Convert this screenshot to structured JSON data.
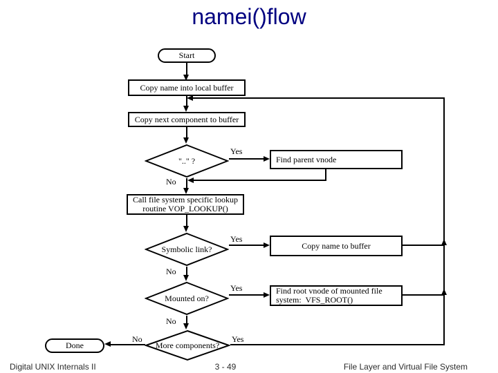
{
  "slide": {
    "title": "namei()flow",
    "footer": {
      "left": "Digital UNIX Internals II",
      "page": "3 - 49",
      "right": "File Layer and Virtual File System"
    }
  },
  "flowchart": {
    "start": "Start",
    "copy_name": "Copy name into local buffer",
    "copy_next": "Copy next component to buffer",
    "dotdot": "\"..\" ?",
    "yes": "Yes",
    "no": "No",
    "find_parent": "Find parent vnode",
    "vop_lookup": {
      "line1": "Call file system specific lookup",
      "line2": "routine VOP_LOOKUP()"
    },
    "symbolic_link": "Symbolic link?",
    "copy_name_to_buffer": "Copy name to buffer",
    "mounted_on": "Mounted on?",
    "find_root": {
      "line1": "Find root vnode of mounted file",
      "line2": "system:  VFS_ROOT()"
    },
    "more_components": "More components?",
    "done": "Done"
  },
  "colors": {
    "title": "#000080",
    "line": "#000000",
    "background": "#ffffff"
  }
}
